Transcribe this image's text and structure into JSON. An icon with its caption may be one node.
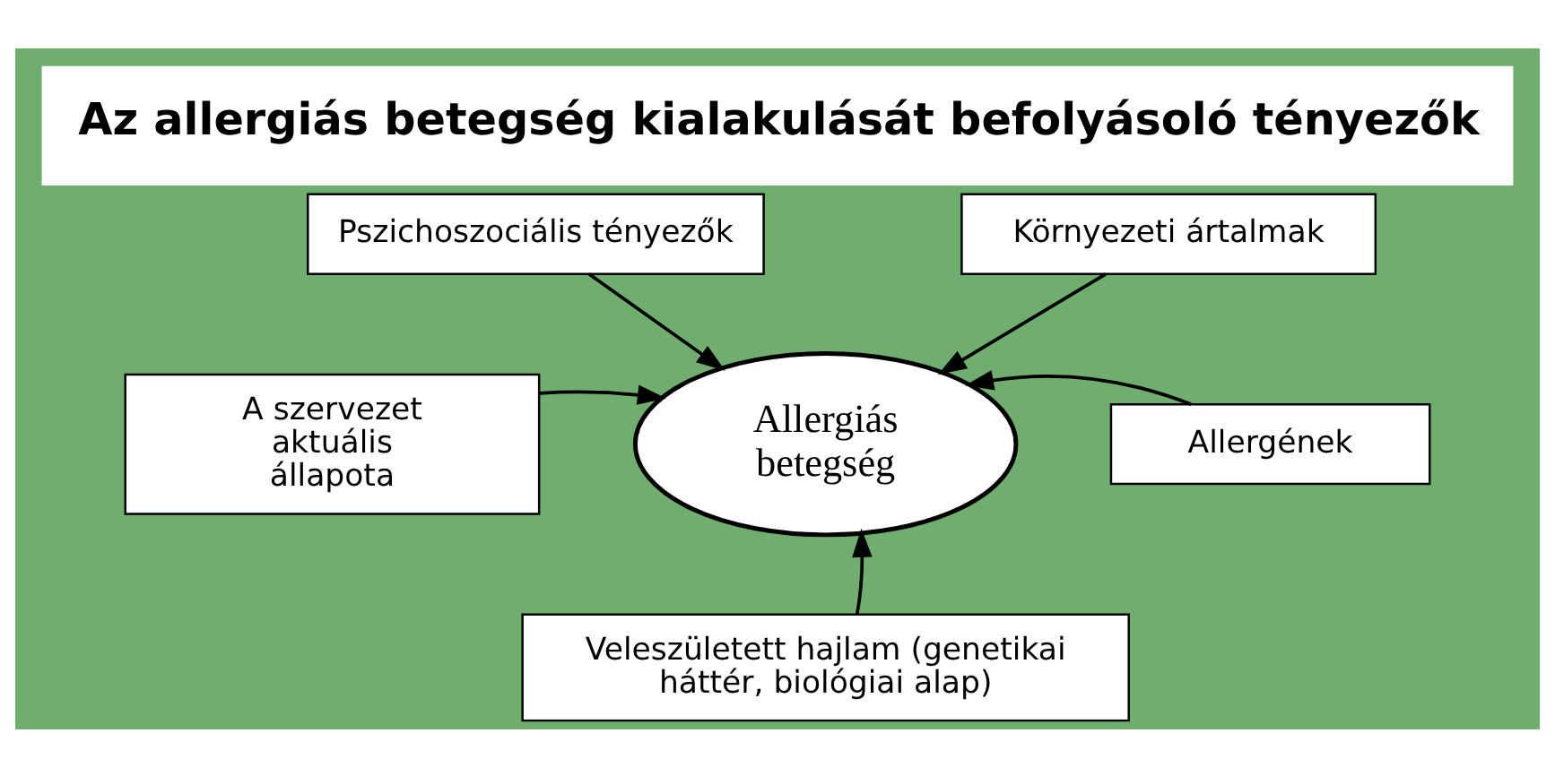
{
  "diagram": {
    "title": "Az allergiás betegség kialakulását befolyásoló tényezők",
    "nodes": [
      {
        "text": [
          "Pszichoszociális tényezők"
        ]
      },
      {
        "text": [
          "Környezeti ártalmak"
        ]
      },
      {
        "text": [
          "A szervezet aktuális állapota"
        ]
      },
      {
        "text": [
          "Allergiás betegség"
        ]
      },
      {
        "text": [
          "Allergének"
        ]
      },
      {
        "text": [
          "Veleszületett hajlam (genetikai háttér, biológiai alap)"
        ]
      }
    ],
    "edges": [
      {
        "from": 0,
        "to": 3,
        "arrow": "to"
      },
      {
        "from": 1,
        "to": 3,
        "arrow": "to"
      },
      {
        "from": 2,
        "to": 3,
        "arrow": "to"
      },
      {
        "from": 4,
        "to": 3,
        "arrow": "to"
      },
      {
        "from": 5,
        "to": 3,
        "arrow": "to"
      }
    ]
  }
}
